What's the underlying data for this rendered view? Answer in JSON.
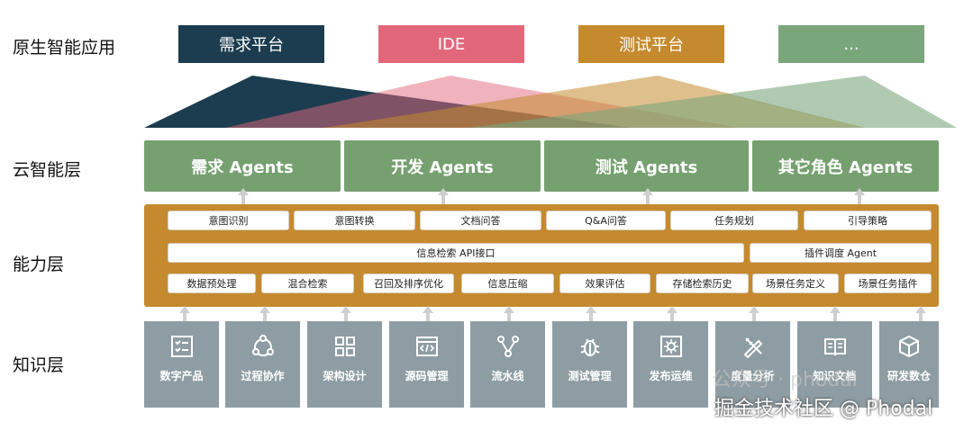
{
  "layers": {
    "apps": "原生智能应用",
    "cloud": "云智能层",
    "capability": "能力层",
    "knowledge": "知识层"
  },
  "apps": [
    {
      "label": "需求平台",
      "color": "#1c3d4f"
    },
    {
      "label": "IDE",
      "color": "#e2677b"
    },
    {
      "label": "测试平台",
      "color": "#c58a2e"
    },
    {
      "label": "...",
      "color": "#7aa67c"
    }
  ],
  "agents": [
    "需求 Agents",
    "开发 Agents",
    "测试 Agents",
    "其它角色 Agents"
  ],
  "capability_row1": [
    "意图识别",
    "意图转换",
    "文档问答",
    "Q&A问答",
    "任务规划",
    "引导策略"
  ],
  "capability_row2": [
    "信息检索 API接口",
    "插件调度 Agent"
  ],
  "capability_row3": [
    "数据预处理",
    "混合检索",
    "召回及排序优化",
    "信息压缩",
    "效果评估",
    "存储检索历史",
    "场景任务定义",
    "场景任务插件"
  ],
  "knowledge": [
    {
      "label": "数字产品",
      "icon": "checklist-icon"
    },
    {
      "label": "过程协作",
      "icon": "collaboration-cycle-icon"
    },
    {
      "label": "架构设计",
      "icon": "grid-blocks-icon"
    },
    {
      "label": "源码管理",
      "icon": "code-window-icon"
    },
    {
      "label": "流水线",
      "icon": "pipeline-icon"
    },
    {
      "label": "测试管理",
      "icon": "bug-icon"
    },
    {
      "label": "发布运维",
      "icon": "gear-deploy-icon"
    },
    {
      "label": "度量分析",
      "icon": "ruler-pencil-icon"
    },
    {
      "label": "知识文档",
      "icon": "book-icon"
    },
    {
      "label": "研发数仓",
      "icon": "cube-icon"
    }
  ],
  "watermark": "掘金技术社区 @ Phodal",
  "watermark_faint": "公众号 · phodal"
}
